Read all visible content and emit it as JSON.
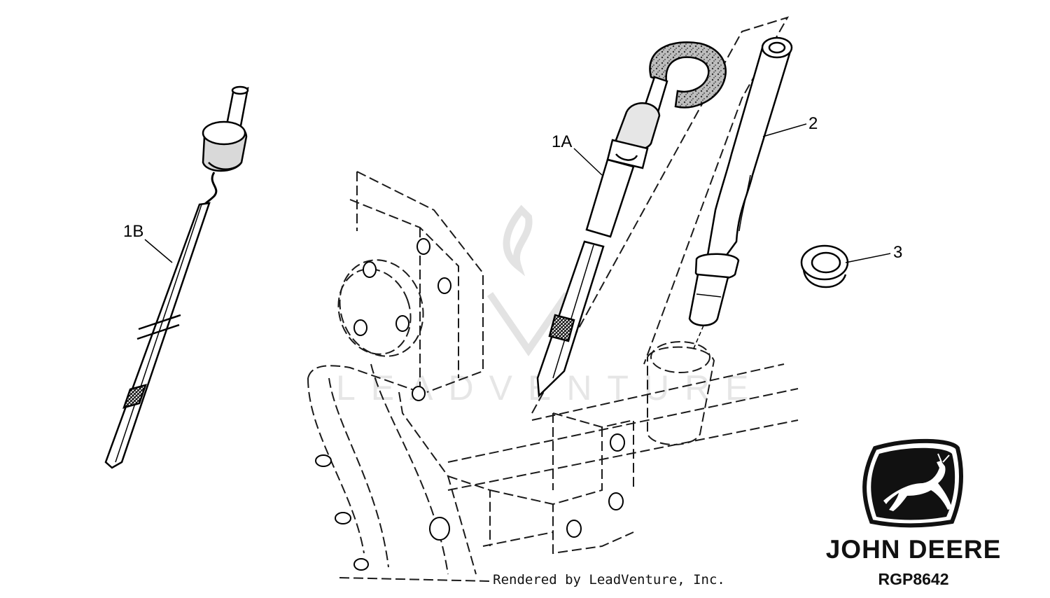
{
  "callouts": {
    "c1b": "1B",
    "c1a": "1A",
    "c2": "2",
    "c3": "3"
  },
  "brand": {
    "name": "JOHN DEERE",
    "code": "RGP8642"
  },
  "credit": "Rendered by LeadVenture, Inc.",
  "watermark": "LEADVENTURE",
  "colors": {
    "line": "#000000",
    "phantom": "#1a1a1a",
    "watermark": "#e6e6e6"
  }
}
